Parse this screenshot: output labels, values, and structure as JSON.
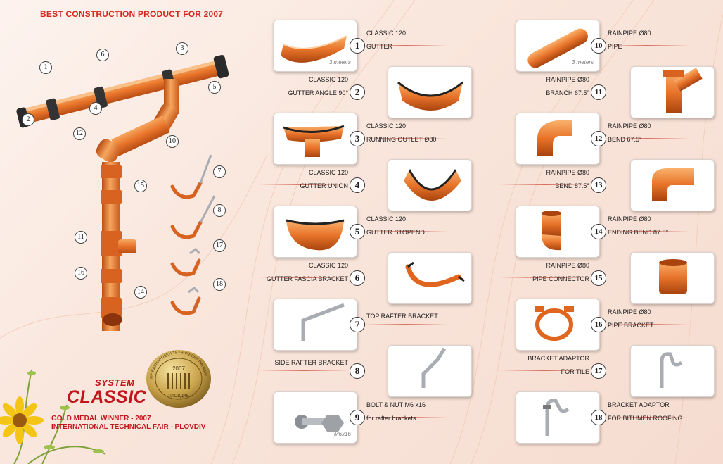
{
  "headline": "BEST CONSTRUCTION PRODUCT FOR 2007",
  "branding": {
    "system": "SYSTEM",
    "classic": "CLASSIC",
    "award_line1": "GOLD MEDAL WINNER - 2007",
    "award_line2": "INTERNATIONAL TECHNICAL FAIR - PLOVDIV"
  },
  "medal": {
    "year": "2007",
    "city": "ПЛОВДИВ",
    "ring_text": "МЕЖДУНАРОДЕН ТЕХНИЧЕСКИ ПАНАИР"
  },
  "diagram_callouts": [
    "1",
    "2",
    "3",
    "4",
    "5",
    "6",
    "7",
    "8",
    "10",
    "11",
    "12",
    "14",
    "15",
    "16",
    "17",
    "18"
  ],
  "products": [
    {
      "n": "1",
      "line1": "CLASSIC 120",
      "line2": "GUTTER",
      "note": "3 meters"
    },
    {
      "n": "2",
      "line1": "CLASSIC 120",
      "line2": "GUTTER ANGLE 90°",
      "note": ""
    },
    {
      "n": "3",
      "line1": "CLASSIC 120",
      "line2": "RUNNING OUTLET Ø80",
      "note": ""
    },
    {
      "n": "4",
      "line1": "CLASSIC 120",
      "line2": "GUTTER UNION",
      "note": ""
    },
    {
      "n": "5",
      "line1": "CLASSIC 120",
      "line2": "GUTTER STOPEND",
      "note": ""
    },
    {
      "n": "6",
      "line1": "CLASSIC 120",
      "line2": "GUTTER FASCIA BRACKET",
      "note": ""
    },
    {
      "n": "7",
      "line1": "TOP RAFTER BRACKET",
      "line2": "",
      "note": ""
    },
    {
      "n": "8",
      "line1": "SIDE RAFTER BRACKET",
      "line2": "",
      "note": ""
    },
    {
      "n": "9",
      "line1": "BOLT & NUT M6 x16",
      "line2": "for rafter brackets",
      "note": "M6x16"
    },
    {
      "n": "10",
      "line1": "RAINPIPE Ø80",
      "line2": "PIPE",
      "note": "3 meters"
    },
    {
      "n": "11",
      "line1": "RAINPIPE Ø80",
      "line2": "BRANCH 67.5°",
      "note": ""
    },
    {
      "n": "12",
      "line1": "RAINPIPE Ø80",
      "line2": "BEND 67.5°",
      "note": ""
    },
    {
      "n": "13",
      "line1": "RAINPIPE Ø80",
      "line2": "BEND 87.5°",
      "note": ""
    },
    {
      "n": "14",
      "line1": "RAINPIPE Ø80",
      "line2": "ENDING BEND 87.5°",
      "note": ""
    },
    {
      "n": "15",
      "line1": "RAINPIPE Ø80",
      "line2": "PIPE CONNECTOR",
      "note": ""
    },
    {
      "n": "16",
      "line1": "RAINPIPE Ø80",
      "line2": "PIPE BRACKET",
      "note": ""
    },
    {
      "n": "17",
      "line1": "BRACKET ADAPTOR",
      "line2": "FOR TILE",
      "note": ""
    },
    {
      "n": "18",
      "line1": "BRACKET ADAPTOR",
      "line2": "FOR BITUMEN ROOFING",
      "note": ""
    }
  ],
  "colors": {
    "accent_red": "#c3161c",
    "pvc_orange": "#e8742a",
    "steel": "#a9adb3"
  }
}
